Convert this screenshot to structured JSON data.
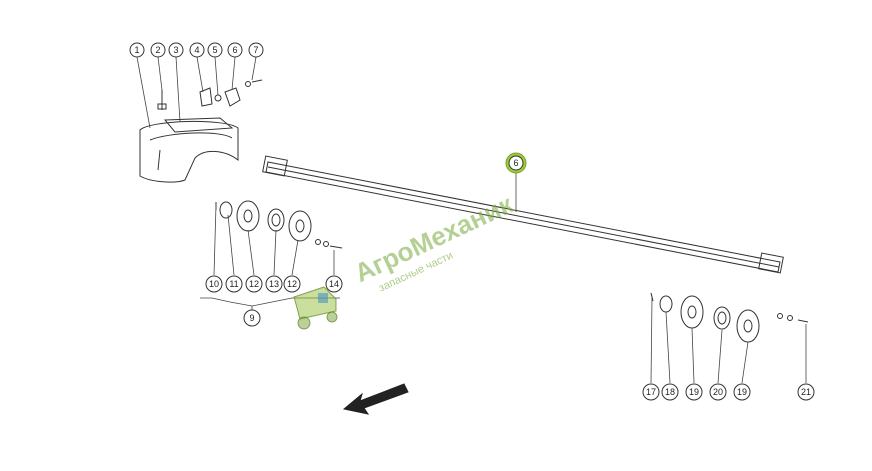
{
  "callouts": {
    "c1": "1",
    "c2": "2",
    "c3": "3",
    "c4": "4",
    "c5": "5",
    "c6": "6",
    "c7": "7",
    "shaft": "6",
    "c10": "10",
    "c11": "11",
    "c12a": "12",
    "c13": "13",
    "c12b": "12",
    "c14": "14",
    "c9": "9",
    "c17": "17",
    "c18": "18",
    "c19a": "19",
    "c20": "20",
    "c19b": "19",
    "c21": "21"
  },
  "watermark": {
    "title": "АгроМеханик",
    "subtitle": "запасные части"
  },
  "colors": {
    "line": "#333333",
    "highlight": "#9ccc3a",
    "watermark": "#78aa3c"
  }
}
